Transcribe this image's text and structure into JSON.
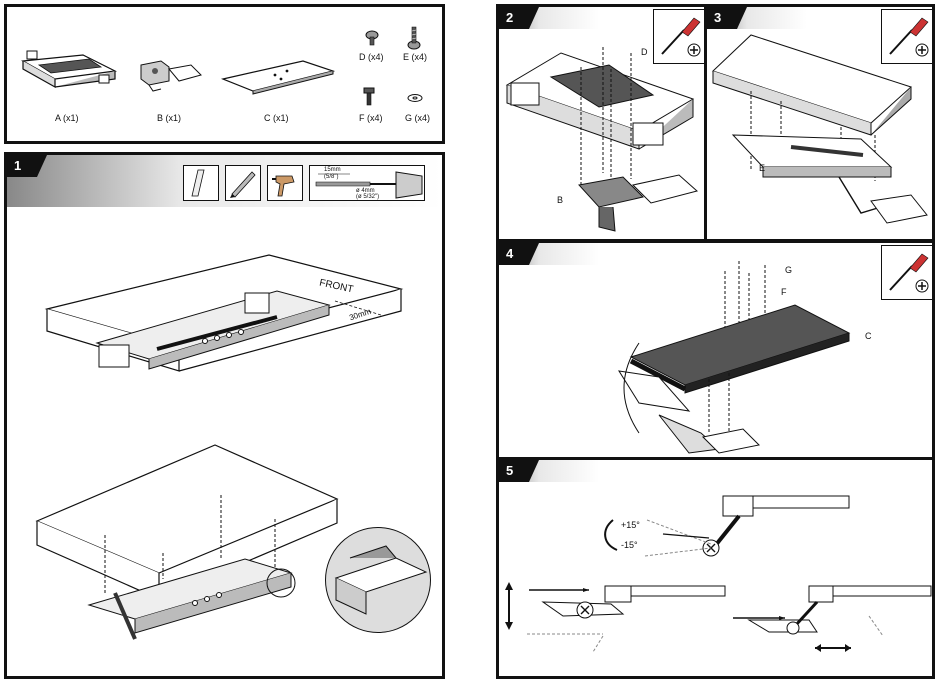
{
  "parts": {
    "A": "A (x1)",
    "B": "B (x1)",
    "C": "C (x1)",
    "D": "D (x4)",
    "E": "E (x4)",
    "F": "F (x4)",
    "G": "G (x4)"
  },
  "step1": {
    "number": "1",
    "front_label": "FRONT",
    "distance_label": "30mm",
    "drill_depth": "15mm",
    "drill_depth_in": "(5/8\")",
    "bit_size": "ø 4mm",
    "bit_size_in": "(ø 5/32\")"
  },
  "step2": {
    "number": "2",
    "label_d": "D",
    "label_b": "B"
  },
  "step3": {
    "number": "3",
    "label_e": "E"
  },
  "step4": {
    "number": "4",
    "label_g": "G",
    "label_f": "F",
    "label_c": "C"
  },
  "step5": {
    "number": "5",
    "tilt_up": "+15°",
    "tilt_down": "-15°"
  }
}
